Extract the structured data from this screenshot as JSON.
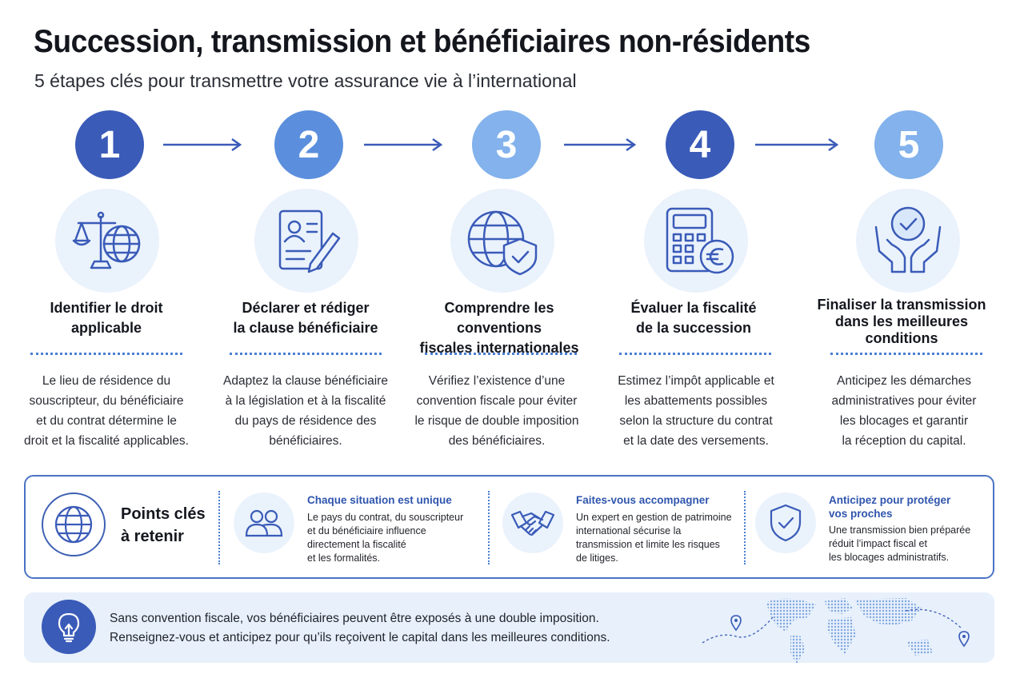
{
  "header": {
    "title": "Succession, transmission et bénéficiaires non-résidents",
    "subtitle": "5 étapes clés pour transmettre votre assurance vie à l’international"
  },
  "colors": {
    "primary": "#3a5bb8",
    "medium": "#5b8fdd",
    "light": "#83b2ec",
    "icon_bg": "#eaf2fc",
    "band_bg": "#e7f0fb"
  },
  "steps": [
    {
      "number": "1",
      "icon": "scales-globe-icon",
      "title": "Identifier le droit\napplicable",
      "description": "Le lieu de résidence du\nsouscripteur, du bénéficiaire\net du contrat détermine le\ndroit et la fiscalité applicables."
    },
    {
      "number": "2",
      "icon": "document-pen-icon",
      "title": "Déclarer et rédiger\nla clause bénéficiaire",
      "description": "Adaptez la clause bénéficiaire\nà la législation et à la fiscalité\ndu pays de résidence des\nbénéficiaires."
    },
    {
      "number": "3",
      "icon": "globe-shield-icon",
      "title": "Comprendre les conventions\nfiscales internationales",
      "description": "Vérifiez l’existence d’une\nconvention fiscale pour éviter\nle risque de double imposition\ndes bénéficiaires."
    },
    {
      "number": "4",
      "icon": "calculator-euro-icon",
      "title": "Évaluer la fiscalité\nde la succession",
      "description": "Estimez l’impôt applicable et\nles abattements possibles\nselon la structure du contrat\net la date des versements."
    },
    {
      "number": "5",
      "icon": "hands-check-icon",
      "title": "Finaliser la transmission\ndans les meilleures\nconditions",
      "description": "Anticipez les démarches\nadministratives pour éviter\nles blocages et garantir\nla réception du capital."
    }
  ],
  "key_points": {
    "label": "Points clés\nà retenir",
    "icon": "globe-icon",
    "items": [
      {
        "icon": "people-icon",
        "title": "Chaque situation est unique",
        "text": "Le pays du contrat, du souscripteur\net du bénéficiaire influence\ndirectement la fiscalité\net les formalités."
      },
      {
        "icon": "handshake-icon",
        "title": "Faites-vous accompagner",
        "text": "Un expert en gestion de patrimoine\ninternational sécurise la\ntransmission et limite les risques\nde litiges."
      },
      {
        "icon": "shield-check-icon",
        "title": "Anticipez pour protéger\nvos proches",
        "text": "Une transmission bien préparée\nréduit l’impact fiscal et\nles blocages administratifs."
      }
    ]
  },
  "tip": {
    "icon": "lightbulb-icon",
    "line1": "Sans convention fiscale, vos bénéficiaires peuvent être exposés à une double imposition.",
    "line2": "Renseignez-vous et anticipez pour qu’ils reçoivent le capital dans les meilleures conditions."
  }
}
